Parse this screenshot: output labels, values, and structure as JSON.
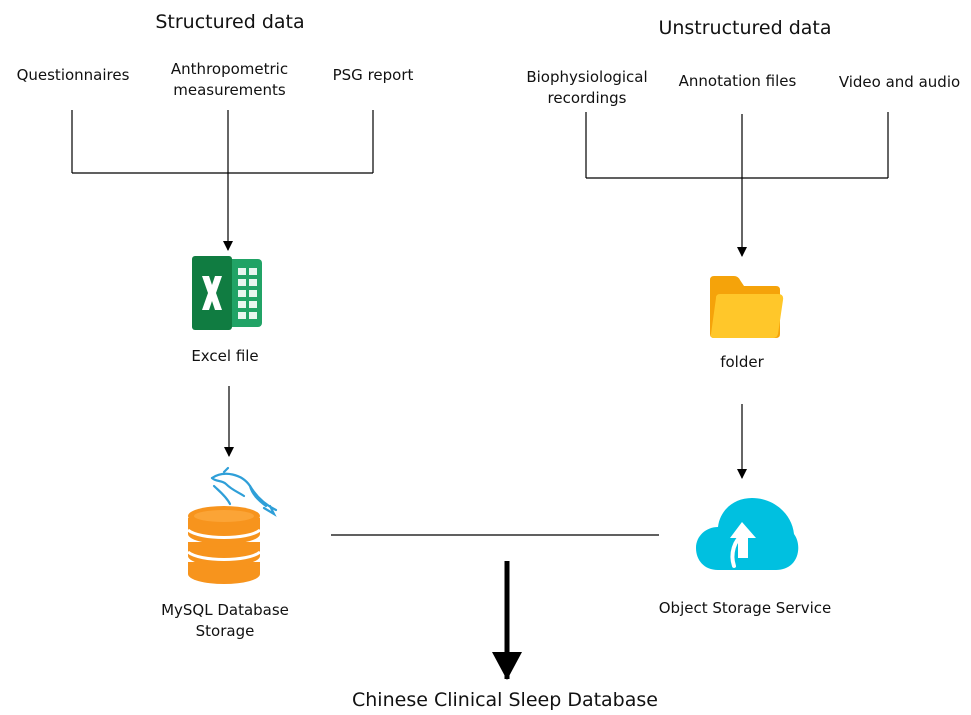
{
  "left": {
    "heading": "Structured data",
    "sources": [
      "Questionnaires",
      "Anthropometric measurements",
      "PSG report"
    ],
    "excel_label": "Excel file",
    "db_label": "MySQL Database Storage"
  },
  "right": {
    "heading": "Unstructured data",
    "sources": [
      "Biophysiological recordings",
      "Annotation files",
      "Video and audio"
    ],
    "folder_label": "folder",
    "oss_label": "Object Storage Service"
  },
  "output": {
    "label": "Chinese Clinical Sleep Database"
  },
  "colors": {
    "excel_green": "#21a366",
    "excel_dark": "#107c41",
    "db_orange": "#f7941d",
    "dolphin_blue": "#2f9fd8",
    "folder_back": "#f5a30a",
    "folder_front": "#ffc72a",
    "cloud_blue": "#00c0e0"
  }
}
